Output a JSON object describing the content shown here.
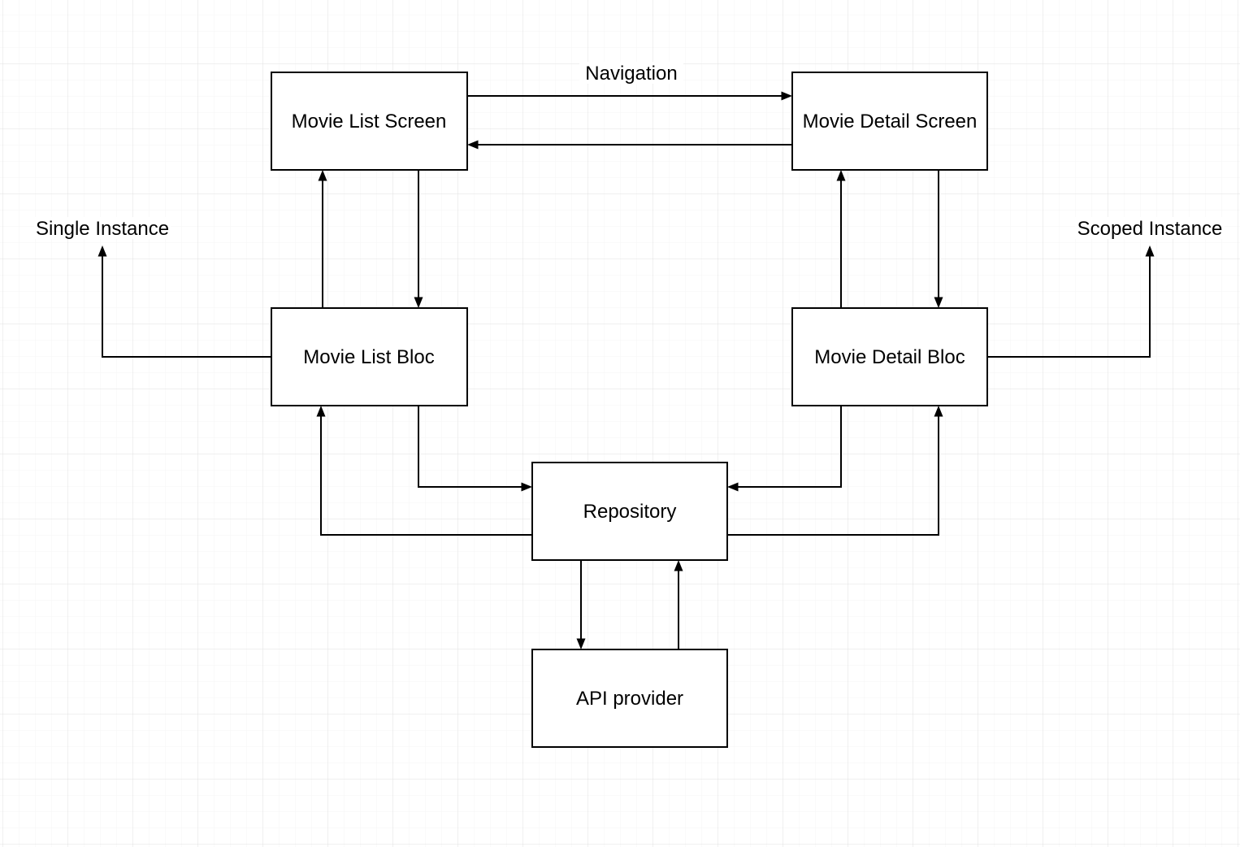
{
  "diagram": {
    "type": "flowchart",
    "nodes": {
      "movie_list_screen": {
        "label": "Movie List Screen"
      },
      "movie_detail_screen": {
        "label": "Movie Detail Screen"
      },
      "movie_list_bloc": {
        "label": "Movie List Bloc"
      },
      "movie_detail_bloc": {
        "label": "Movie Detail Bloc"
      },
      "repository": {
        "label": "Repository"
      },
      "api_provider": {
        "label": "API provider"
      }
    },
    "edge_labels": {
      "navigation": "Navigation"
    },
    "annotations": {
      "single_instance": "Single Instance",
      "scoped_instance": "Scoped Instance"
    },
    "edges": [
      {
        "from": "movie_list_screen",
        "to": "movie_detail_screen",
        "label": "Navigation"
      },
      {
        "from": "movie_detail_screen",
        "to": "movie_list_screen",
        "label": ""
      },
      {
        "from": "movie_list_bloc",
        "to": "movie_list_screen",
        "label": ""
      },
      {
        "from": "movie_list_screen",
        "to": "movie_list_bloc",
        "label": ""
      },
      {
        "from": "movie_detail_bloc",
        "to": "movie_detail_screen",
        "label": ""
      },
      {
        "from": "movie_detail_screen",
        "to": "movie_detail_bloc",
        "label": ""
      },
      {
        "from": "movie_list_bloc",
        "to": "repository",
        "label": ""
      },
      {
        "from": "repository",
        "to": "movie_list_bloc",
        "label": ""
      },
      {
        "from": "movie_detail_bloc",
        "to": "repository",
        "label": ""
      },
      {
        "from": "repository",
        "to": "movie_detail_bloc",
        "label": ""
      },
      {
        "from": "repository",
        "to": "api_provider",
        "label": ""
      },
      {
        "from": "api_provider",
        "to": "repository",
        "label": ""
      },
      {
        "from": "movie_list_bloc",
        "to": "single_instance",
        "label": ""
      },
      {
        "from": "movie_detail_bloc",
        "to": "scoped_instance",
        "label": ""
      }
    ],
    "colors": {
      "stroke": "#000000",
      "node_fill": "#ffffff",
      "canvas": "#ffffff",
      "grid_minor": "#f4f4f4",
      "grid_major": "#e0e0e0"
    }
  }
}
